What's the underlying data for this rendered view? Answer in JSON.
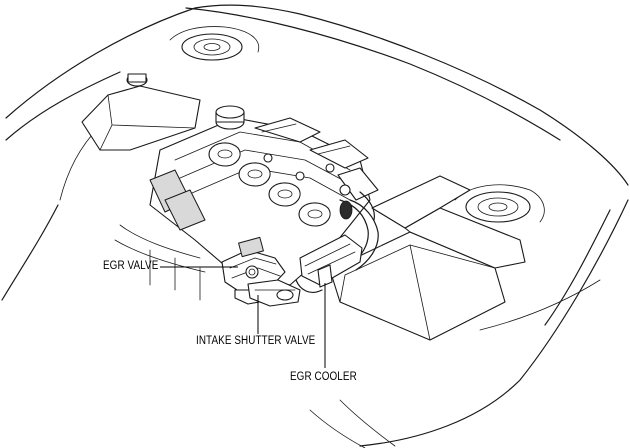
{
  "labels": {
    "egr_valve": "EGR VALVE",
    "intake_shutter_valve": "INTAKE SHUTTER VALVE",
    "egr_cooler": "EGR COOLER"
  }
}
